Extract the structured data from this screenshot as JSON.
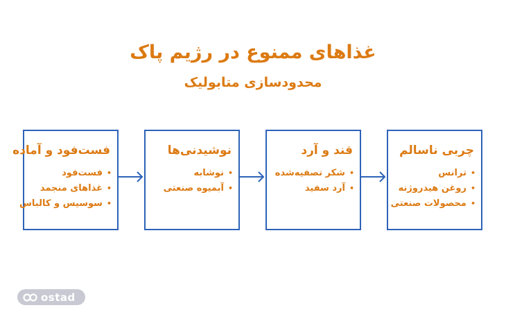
{
  "header": {
    "title": "غذاهای ممنوع در رژیم پاک",
    "subtitle": "محدودسازی متابولیک"
  },
  "colors": {
    "accent_orange": "#dc7a12",
    "border_blue": "#2d62b8",
    "logo_gray": "#c9c9d3"
  },
  "flow": {
    "direction": "left-to-right",
    "boxes": [
      {
        "title": "فست‌فود و آماده",
        "items": [
          "فست‌فود",
          "غذاهای منجمد",
          "سوسیس و کالباس"
        ]
      },
      {
        "title": "نوشیدنی‌ها",
        "items": [
          "نوشابه",
          "آبمیوه صنعتی"
        ]
      },
      {
        "title": "قند و آرد",
        "items": [
          "شکر تصفیه‌شده",
          "آرد سفید"
        ]
      },
      {
        "title": "چربی ناسالم",
        "items": [
          "ترانس",
          "روغن هیدروژنه",
          "محصولات صنعتی"
        ]
      }
    ],
    "bullet": "•"
  },
  "logo": {
    "text": "ostad",
    "icon": "infinity-loop-icon"
  }
}
